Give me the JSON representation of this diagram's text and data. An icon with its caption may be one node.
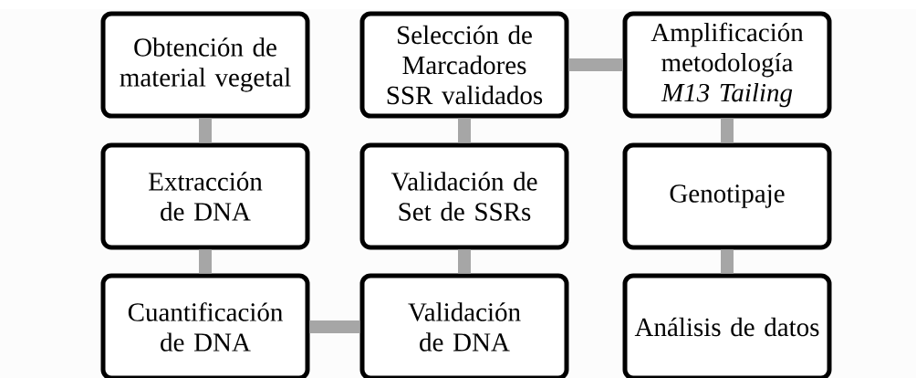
{
  "diagram": {
    "nodes": [
      {
        "text": [
          "Obtención de material vegetal"
        ]
      },
      {
        "text": [
          "Extracción de DNA"
        ]
      },
      {
        "text": [
          "Cuantificación de DNA"
        ]
      },
      {
        "text": [
          "Validación de DNA"
        ]
      },
      {
        "text": [
          "Validación de Set de SSRs"
        ]
      },
      {
        "text": [
          "Selección de Marcadores SSR validados"
        ]
      },
      {
        "text": [
          "Amplificación metodología *M13 Tailing*"
        ]
      },
      {
        "text": [
          "Genotipaje"
        ]
      },
      {
        "text": [
          "Análisis de datos"
        ]
      }
    ],
    "edges": [
      {
        "from": 0,
        "to": 1,
        "arrow": "none"
      },
      {
        "from": 1,
        "to": 2,
        "arrow": "none"
      },
      {
        "from": 2,
        "to": 3,
        "arrow": "none"
      },
      {
        "from": 3,
        "to": 4,
        "arrow": "none"
      },
      {
        "from": 4,
        "to": 5,
        "arrow": "none"
      },
      {
        "from": 5,
        "to": 6,
        "arrow": "none"
      },
      {
        "from": 6,
        "to": 7,
        "arrow": "none"
      },
      {
        "from": 7,
        "to": 8,
        "arrow": "none"
      }
    ]
  }
}
